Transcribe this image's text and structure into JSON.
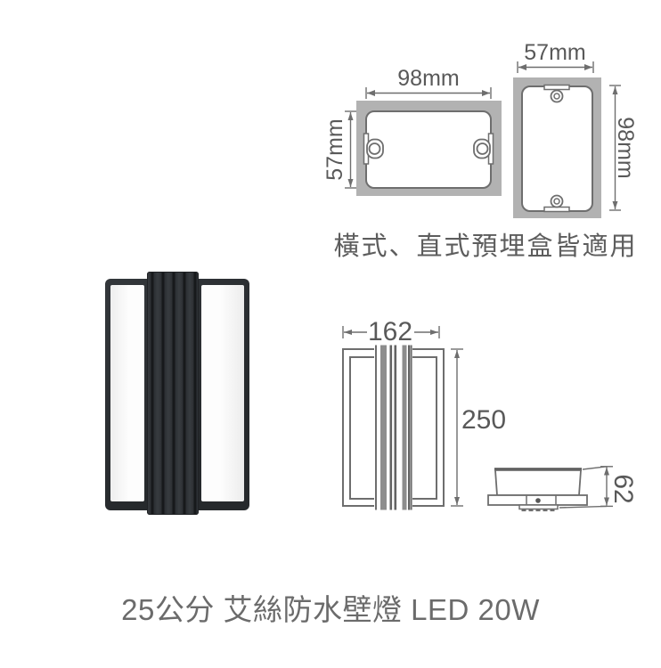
{
  "title": "25公分 艾絲防水壁燈 LED 20W",
  "embed_box_section": {
    "caption": "橫式、直式預埋盒皆適用",
    "horizontal_box": {
      "width": "98mm",
      "height": "57mm"
    },
    "vertical_box": {
      "width": "57mm",
      "height": "98mm"
    }
  },
  "dimension_drawing": {
    "front_width": "162",
    "front_height": "250",
    "side_depth": "62"
  },
  "colors": {
    "drawing_line": "#6e6e6e",
    "label_text": "#595959",
    "embed_box_fill": "#b2b2b2",
    "title_text": "#6b6b6b",
    "product_body": "#2b2e32"
  }
}
